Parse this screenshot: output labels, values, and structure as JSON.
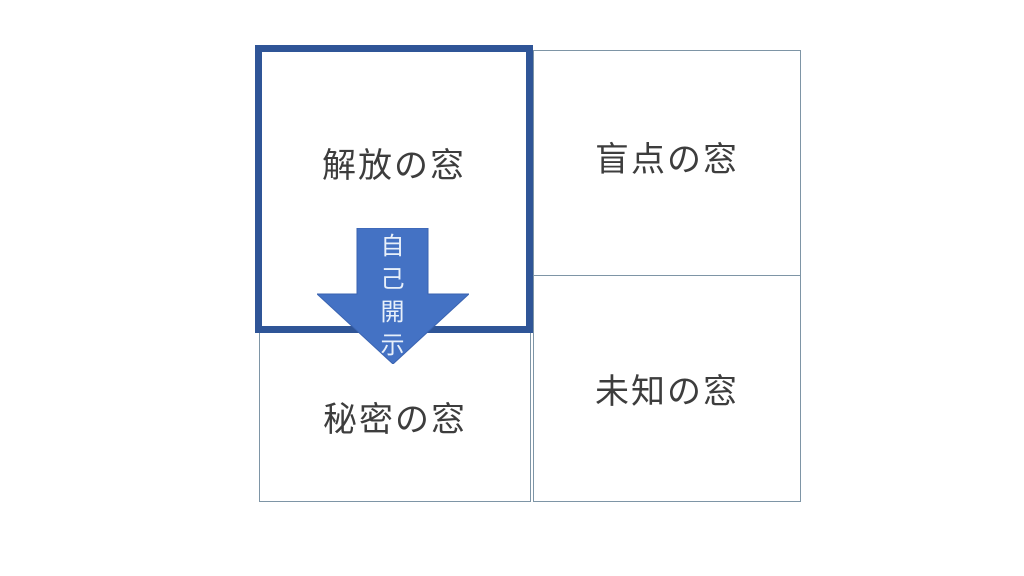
{
  "colors": {
    "canvas_bg": "#ffffff",
    "thick_border": "#2F5597",
    "thin_border": "#7e95a6",
    "arrow_fill": "#4472C4",
    "arrow_stroke": "#3a63b0",
    "arrow_text": "#e8f0fa",
    "label_text": "#3d3d3d"
  },
  "windows": {
    "open": {
      "label": "解放の窓"
    },
    "blind": {
      "label": "盲点の窓"
    },
    "hidden": {
      "label": "秘密の窓"
    },
    "unknown": {
      "label": "未知の窓"
    }
  },
  "arrow": {
    "label": "自己開示",
    "chars": [
      "自",
      "己",
      "開",
      "示"
    ]
  }
}
